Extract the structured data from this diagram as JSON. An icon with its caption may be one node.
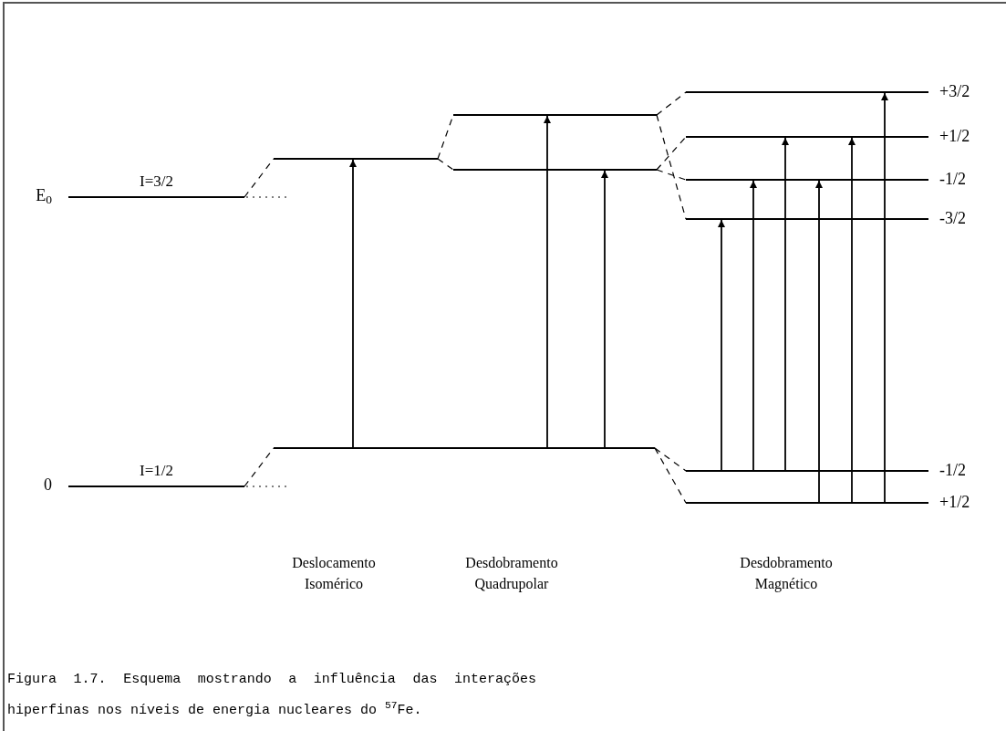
{
  "diagram": {
    "caption": "Figura 1.7. Esquema mostrando a influência das interações hiperfinas nos níveis de energia nucleares do $^{57}$Fe.",
    "nodes": [
      {
        "text": [
          "I=3/2"
        ],
        "beside": [
          "E$_{0}$"
        ]
      },
      {
        "text": [
          "I=1/2"
        ],
        "beside": [
          "0"
        ]
      },
      {
        "text": [],
        "shape": "bar"
      },
      {
        "text": [],
        "shape": "bar"
      },
      {
        "text": [],
        "shape": "bar"
      },
      {
        "text": [],
        "shape": "bar"
      },
      {
        "text": [],
        "shape": "bar",
        "beside": [
          "+3/2"
        ]
      },
      {
        "text": [],
        "shape": "bar",
        "beside": [
          "+1/2"
        ]
      },
      {
        "text": [],
        "shape": "bar",
        "beside": [
          "-1/2"
        ]
      },
      {
        "text": [],
        "shape": "bar",
        "beside": [
          "-3/2"
        ]
      },
      {
        "text": [],
        "shape": "bar",
        "beside": [
          "-1/2"
        ]
      },
      {
        "text": [],
        "shape": "bar",
        "beside": [
          "+1/2"
        ]
      }
    ],
    "edges": [
      {
        "from": 0,
        "to": 2,
        "arrow": "none",
        "style": "dashed"
      },
      {
        "from": 1,
        "to": 3,
        "arrow": "none",
        "style": "dashed"
      },
      {
        "from": 2,
        "to": 4,
        "arrow": "none",
        "style": "dashed"
      },
      {
        "from": 2,
        "to": 5,
        "arrow": "none",
        "style": "dashed"
      },
      {
        "from": 4,
        "to": 6,
        "arrow": "none",
        "style": "dashed"
      },
      {
        "from": 4,
        "to": 9,
        "arrow": "none",
        "style": "dashed"
      },
      {
        "from": 5,
        "to": 7,
        "arrow": "none",
        "style": "dashed"
      },
      {
        "from": 5,
        "to": 8,
        "arrow": "none",
        "style": "dashed"
      },
      {
        "from": 3,
        "to": 10,
        "arrow": "none",
        "style": "dashed"
      },
      {
        "from": 3,
        "to": 11,
        "arrow": "none",
        "style": "dashed"
      },
      {
        "from": 3,
        "to": 2,
        "arrow": "to"
      },
      {
        "from": 3,
        "to": 4,
        "arrow": "to"
      },
      {
        "from": 3,
        "to": 5,
        "arrow": "to"
      },
      {
        "from": 10,
        "to": 9,
        "arrow": "to"
      },
      {
        "from": 10,
        "to": 8,
        "arrow": "to"
      },
      {
        "from": 10,
        "to": 7,
        "arrow": "to"
      },
      {
        "from": 11,
        "to": 8,
        "arrow": "to"
      },
      {
        "from": 11,
        "to": 7,
        "arrow": "to"
      },
      {
        "from": 11,
        "to": 6,
        "arrow": "to"
      }
    ],
    "labels": [
      "Deslocamento Isomérico",
      "Desdobramento Quadrupolar",
      "Desdobramento Magnético"
    ]
  }
}
